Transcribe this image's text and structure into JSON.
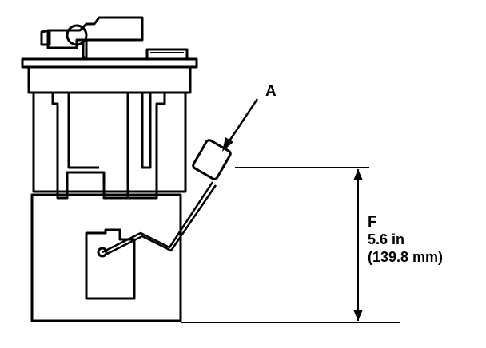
{
  "labels": {
    "callout_a": "A",
    "dim_letter": "F",
    "dim_in": "5.6 in",
    "dim_mm": "(139.8 mm)"
  }
}
